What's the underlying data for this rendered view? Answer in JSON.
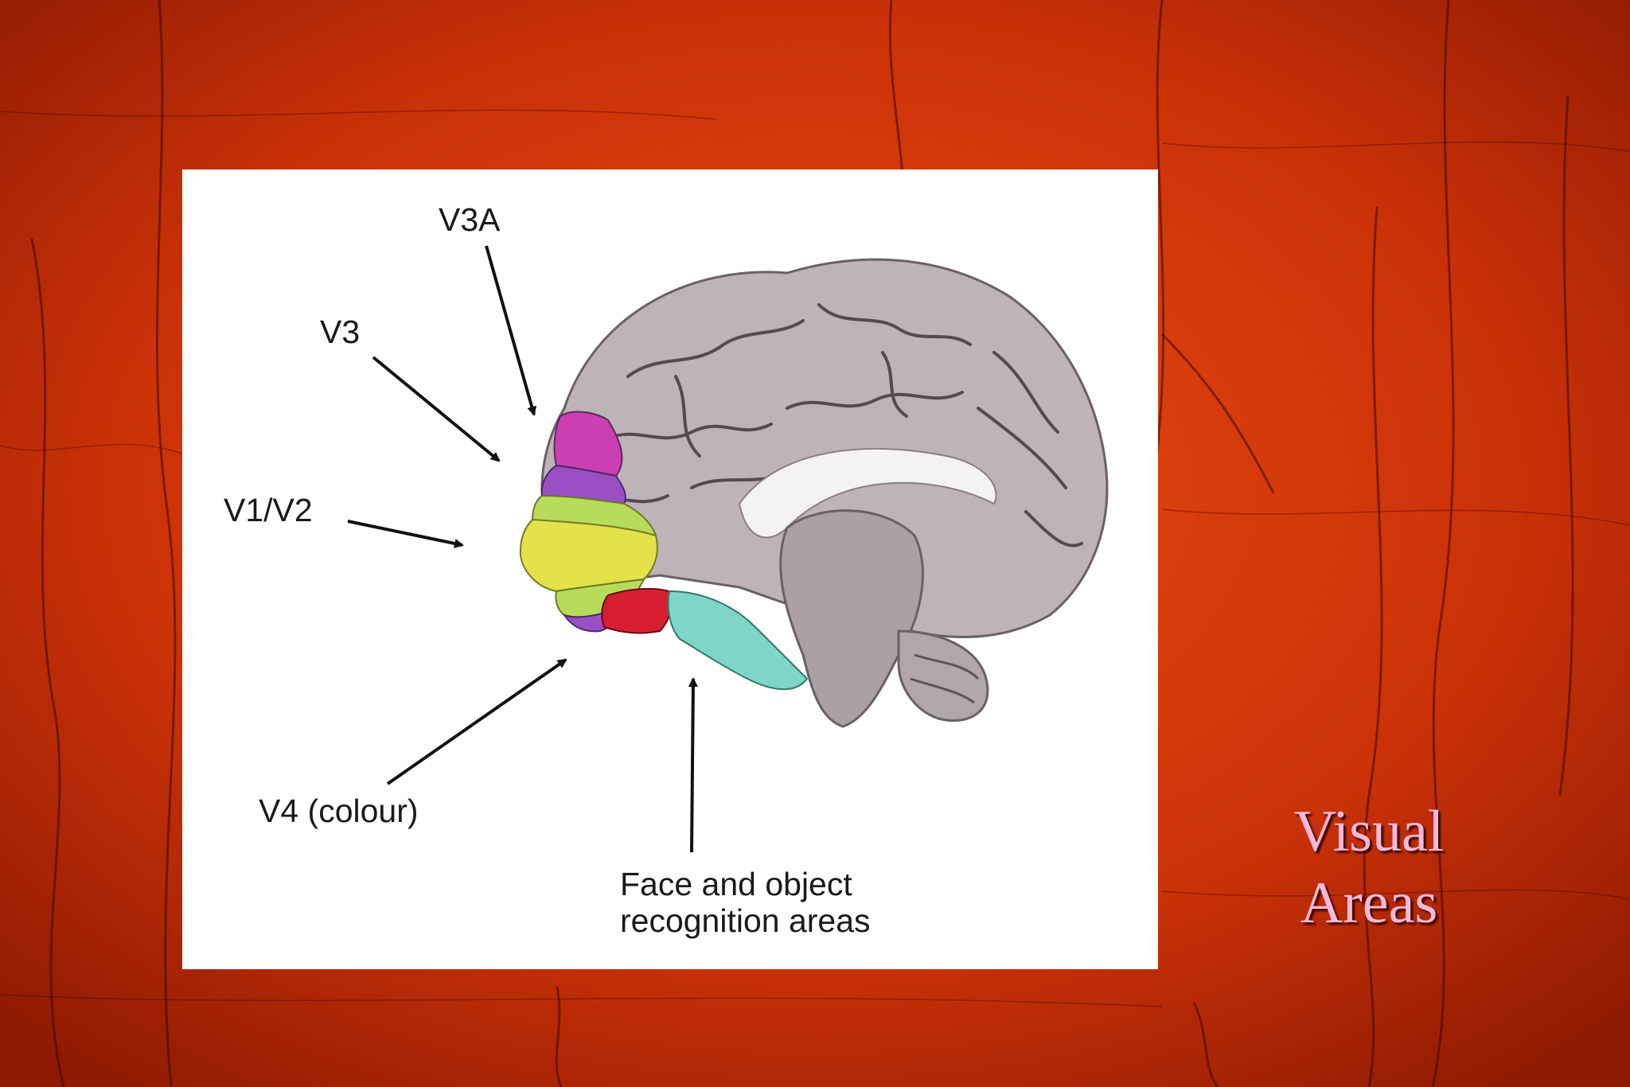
{
  "slide": {
    "title_line1": "Visual",
    "title_line2": "Areas",
    "background_color": "#c22a06"
  },
  "diagram": {
    "labels": {
      "v3a": "V3A",
      "v3": "V3",
      "v1v2": "V1/V2",
      "v4": "V4 (colour)",
      "face_line1": "Face and object",
      "face_line2": "recognition areas"
    },
    "region_colors": {
      "cortex": "#bdb3b8",
      "v1v2": "#e3e24a",
      "v2_band": "#b8dc5a",
      "v3": "#9a4fc4",
      "v3a": "#cc3fb2",
      "v4": "#d81e32",
      "face_object": "#7fd6c6"
    }
  }
}
